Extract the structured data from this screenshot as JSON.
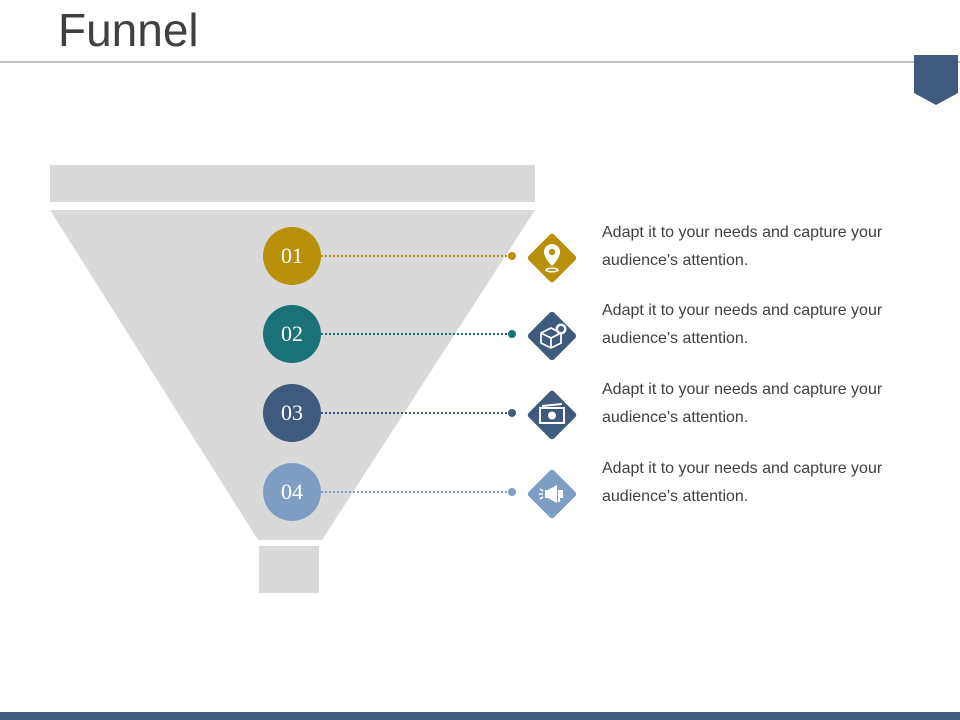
{
  "title": "Funnel",
  "steps": [
    {
      "number": "01",
      "color": "#b8900a",
      "icon": "location-pin-icon",
      "text": "Adapt it to your needs and capture your audience's attention."
    },
    {
      "number": "02",
      "color": "#1a7177",
      "icon": "new-box-icon",
      "text": "Adapt it to your needs and capture your audience's attention."
    },
    {
      "number": "03",
      "color": "#3e5a7c",
      "icon": "money-bill-icon",
      "text": "Adapt it to your needs and capture your audience's attention."
    },
    {
      "number": "04",
      "color": "#7f9ec4",
      "icon": "megaphone-icon",
      "text": "Adapt it to your needs and capture your audience's attention."
    }
  ],
  "colors": {
    "funnel": "#d9d9d9",
    "accent": "#3e5a7c"
  }
}
